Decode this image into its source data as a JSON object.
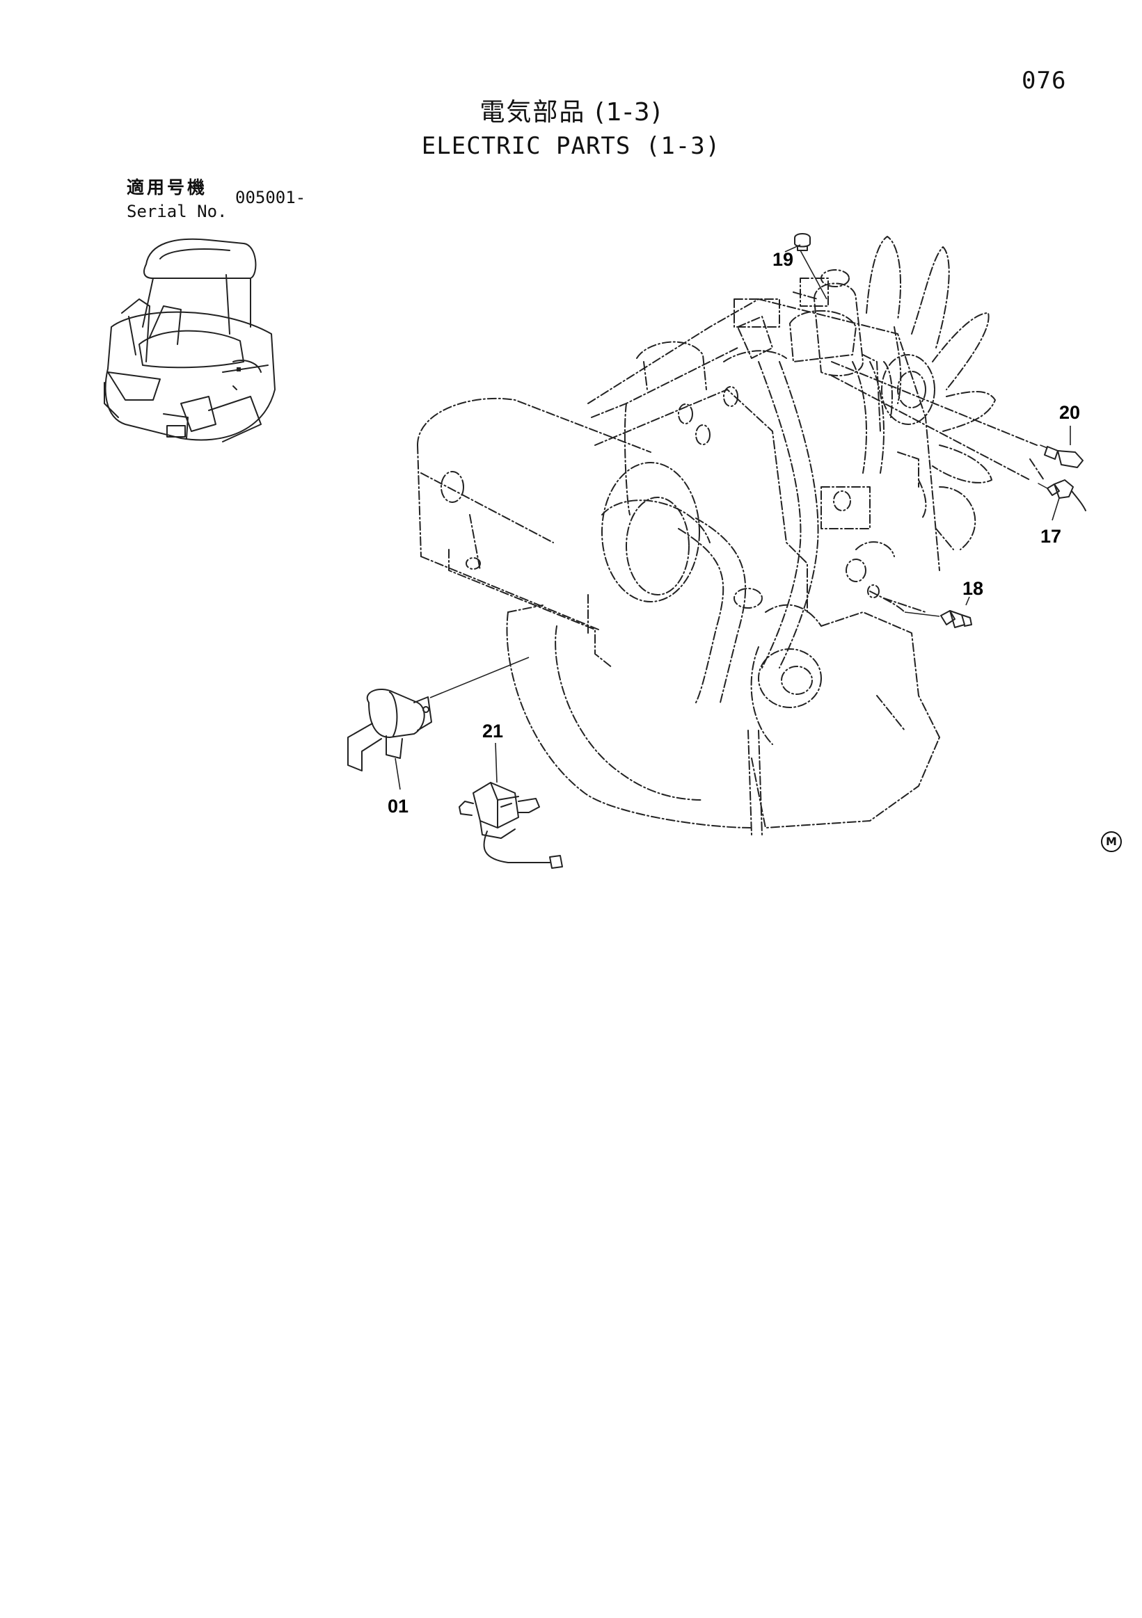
{
  "header": {
    "page_number": "076",
    "title_jp": "電気部品 (1-3)",
    "title_en": "ELECTRIC PARTS (1-3)"
  },
  "serial": {
    "label_jp": "適用号機",
    "label_en": "Serial No.",
    "value": "005001-"
  },
  "callouts": {
    "p01": "01",
    "p17": "17",
    "p18": "18",
    "p19": "19",
    "p20": "20",
    "p21": "21"
  },
  "mark": "M"
}
